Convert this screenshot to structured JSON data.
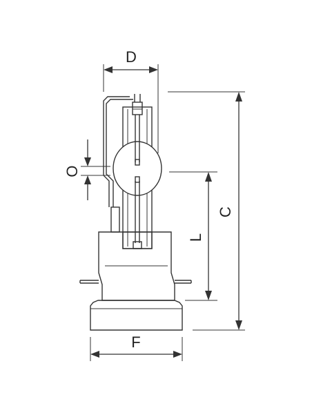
{
  "labels": {
    "D": "D",
    "O": "O",
    "C": "C",
    "L": "L",
    "F": "F"
  },
  "colors": {
    "stroke": "#333333",
    "text": "#222222",
    "background": "#ffffff"
  }
}
